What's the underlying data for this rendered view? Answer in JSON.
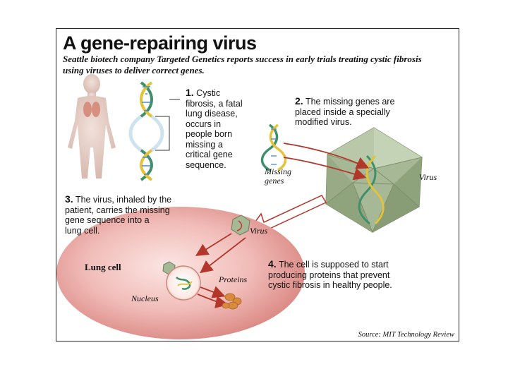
{
  "title": "A gene-repairing virus",
  "subtitle": "Seattle biotech company Targeted Genetics reports success in early trials treating cystic fibrosis using viruses to deliver correct genes.",
  "steps": [
    {
      "num": "1.",
      "line1": "Cystic",
      "rest": [
        "fibrosis, a fatal",
        "lung disease,",
        "occurs in",
        "people born",
        "missing a",
        "critical gene",
        "sequence."
      ]
    },
    {
      "num": "2.",
      "line1": "The missing genes are",
      "rest": [
        "placed inside a specially",
        "modified virus."
      ]
    },
    {
      "num": "3.",
      "line1": "The virus, inhaled by the",
      "rest": [
        "patient, carries the missing",
        "gene sequence into a",
        "lung cell."
      ]
    },
    {
      "num": "4.",
      "line1": "The cell is supposed to start",
      "rest": [
        "producing proteins that prevent",
        "cystic fibrosis in healthy people."
      ]
    }
  ],
  "labels": {
    "missing_genes": [
      "Missing",
      "genes"
    ],
    "virus_large": "Virus",
    "virus_small": "Virus",
    "lung_cell": "Lung cell",
    "nucleus": "Nucleus",
    "proteins": "Proteins"
  },
  "source": "Source: MIT Technology Review",
  "colors": {
    "arrow": "#c0392b",
    "cell": "#e7a3a0",
    "virus": "#a7b896",
    "body": "#d9bfb5",
    "lung": "#d98f7f",
    "dna_a": "#e2c33a",
    "dna_b": "#5aa1cc",
    "protein": "#d98a3c"
  }
}
